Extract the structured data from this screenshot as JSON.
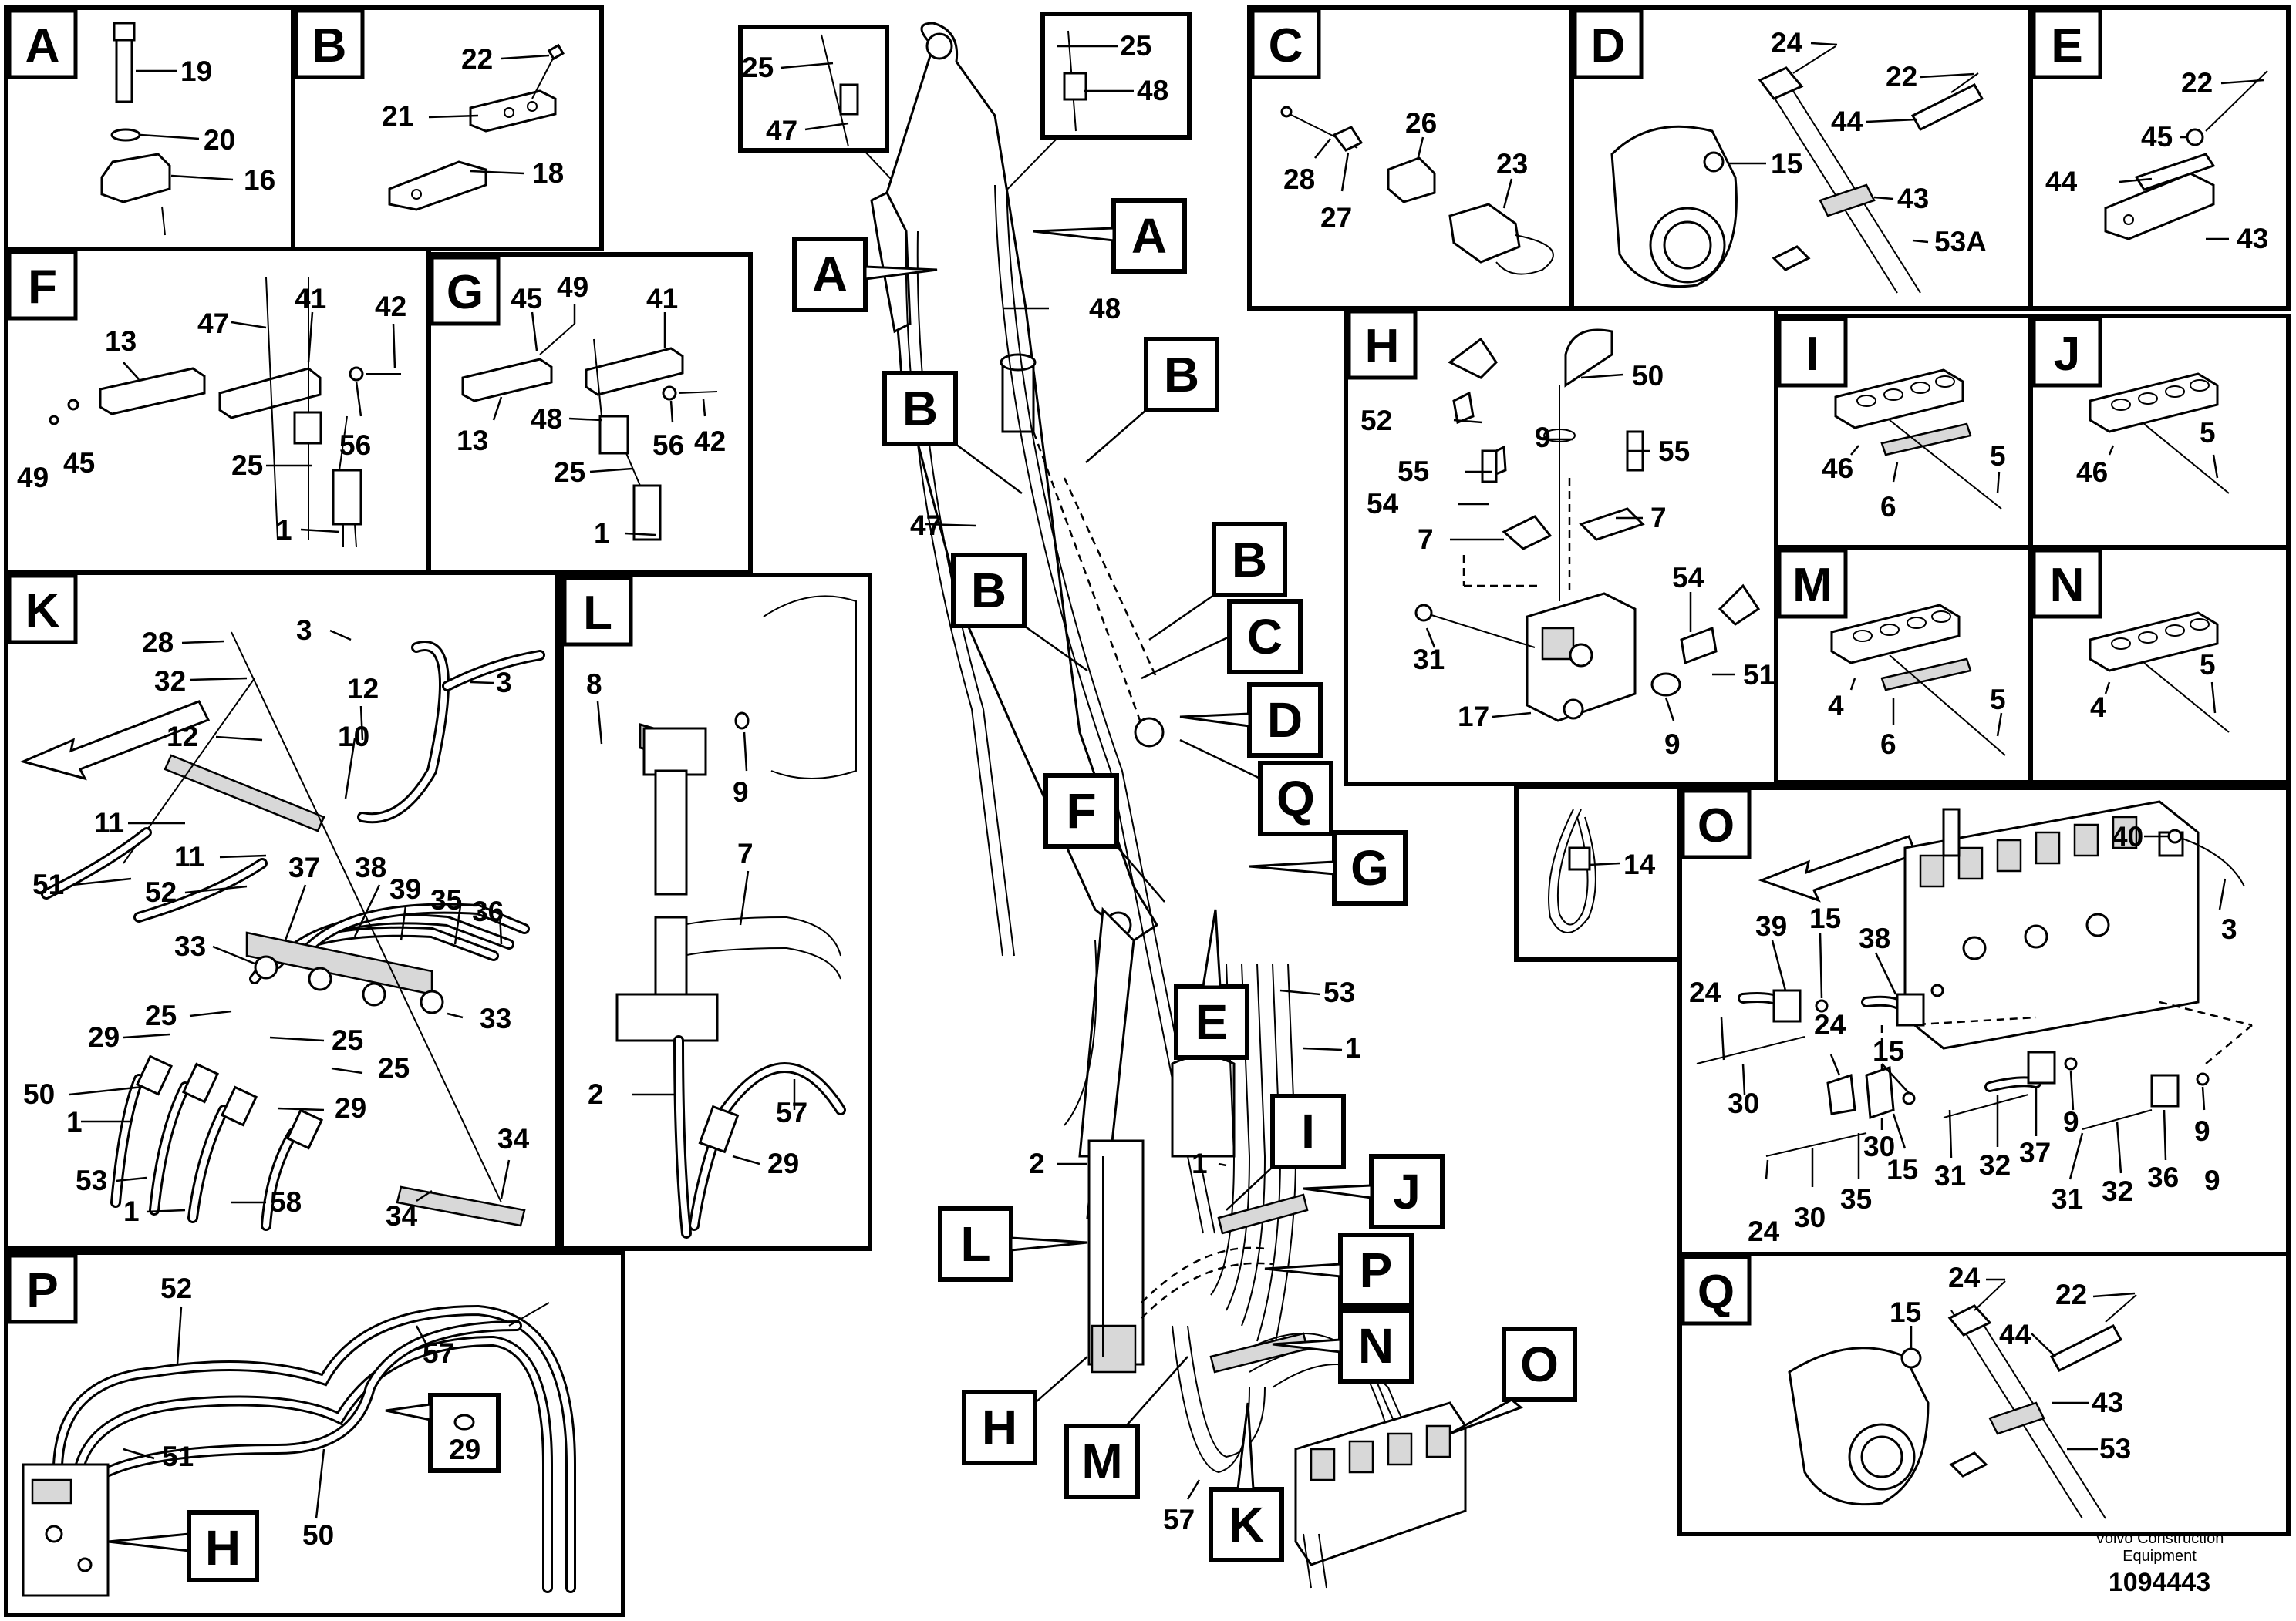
{
  "panels": {
    "A": {
      "letter": "A",
      "labels": [
        "19",
        "20",
        "16"
      ]
    },
    "B": {
      "letter": "B",
      "labels": [
        "22",
        "21",
        "18"
      ]
    },
    "C": {
      "letter": "C",
      "labels": [
        "26",
        "28",
        "27",
        "23"
      ]
    },
    "D": {
      "letter": "D",
      "labels": [
        "24",
        "22",
        "44",
        "15",
        "43",
        "53A"
      ]
    },
    "E": {
      "letter": "E",
      "labels": [
        "22",
        "45",
        "44",
        "43"
      ]
    },
    "F": {
      "letter": "F",
      "labels": [
        "47",
        "41",
        "42",
        "13",
        "56",
        "49",
        "45",
        "25",
        "1"
      ]
    },
    "G": {
      "letter": "G",
      "labels": [
        "45",
        "49",
        "41",
        "13",
        "48",
        "56",
        "42",
        "25",
        "1"
      ]
    },
    "H": {
      "letter": "H",
      "labels": [
        "50",
        "52",
        "9",
        "55",
        "55",
        "54",
        "7",
        "7",
        "54",
        "31",
        "51",
        "17",
        "9"
      ]
    },
    "I": {
      "letter": "I",
      "labels": [
        "46",
        "5",
        "6"
      ]
    },
    "J": {
      "letter": "J",
      "labels": [
        "46",
        "5"
      ]
    },
    "M": {
      "letter": "M",
      "labels": [
        "4",
        "5",
        "6"
      ]
    },
    "N": {
      "letter": "N",
      "labels": [
        "4",
        "5"
      ]
    },
    "K": {
      "letter": "K",
      "labels": [
        "28",
        "3",
        "32",
        "3",
        "12",
        "12",
        "10",
        "11",
        "51",
        "11",
        "52",
        "37",
        "38",
        "39",
        "35",
        "36",
        "33",
        "33",
        "25",
        "29",
        "25",
        "25",
        "50",
        "1",
        "29",
        "53",
        "1",
        "58",
        "34",
        "34"
      ]
    },
    "L": {
      "letter": "L",
      "labels": [
        "8",
        "9",
        "7",
        "2",
        "57",
        "29"
      ]
    },
    "O": {
      "letter": "O",
      "labels": [
        "40",
        "3",
        "39",
        "15",
        "38",
        "24",
        "24",
        "15",
        "30",
        "30",
        "9",
        "15",
        "31",
        "32",
        "37",
        "9",
        "31",
        "32",
        "36",
        "9",
        "24",
        "30",
        "35"
      ]
    },
    "P": {
      "letter": "P",
      "labels": [
        "52",
        "57",
        "51",
        "29",
        "50"
      ]
    },
    "Q": {
      "letter": "Q",
      "labels": [
        "24",
        "22",
        "15",
        "44",
        "43",
        "53"
      ]
    }
  },
  "loose_part": {
    "label": "14"
  },
  "main_labels": [
    "25",
    "47",
    "25",
    "48",
    "48",
    "47",
    "53",
    "1",
    "2",
    "1",
    "57"
  ],
  "callouts": [
    "A",
    "A",
    "B",
    "B",
    "B",
    "B",
    "C",
    "D",
    "Q",
    "F",
    "G",
    "E",
    "I",
    "J",
    "L",
    "P",
    "N",
    "H",
    "M",
    "K",
    "O"
  ],
  "footer": {
    "line1": "Volvo Construction",
    "line2": "Equipment",
    "drawing_number": "1094443"
  }
}
